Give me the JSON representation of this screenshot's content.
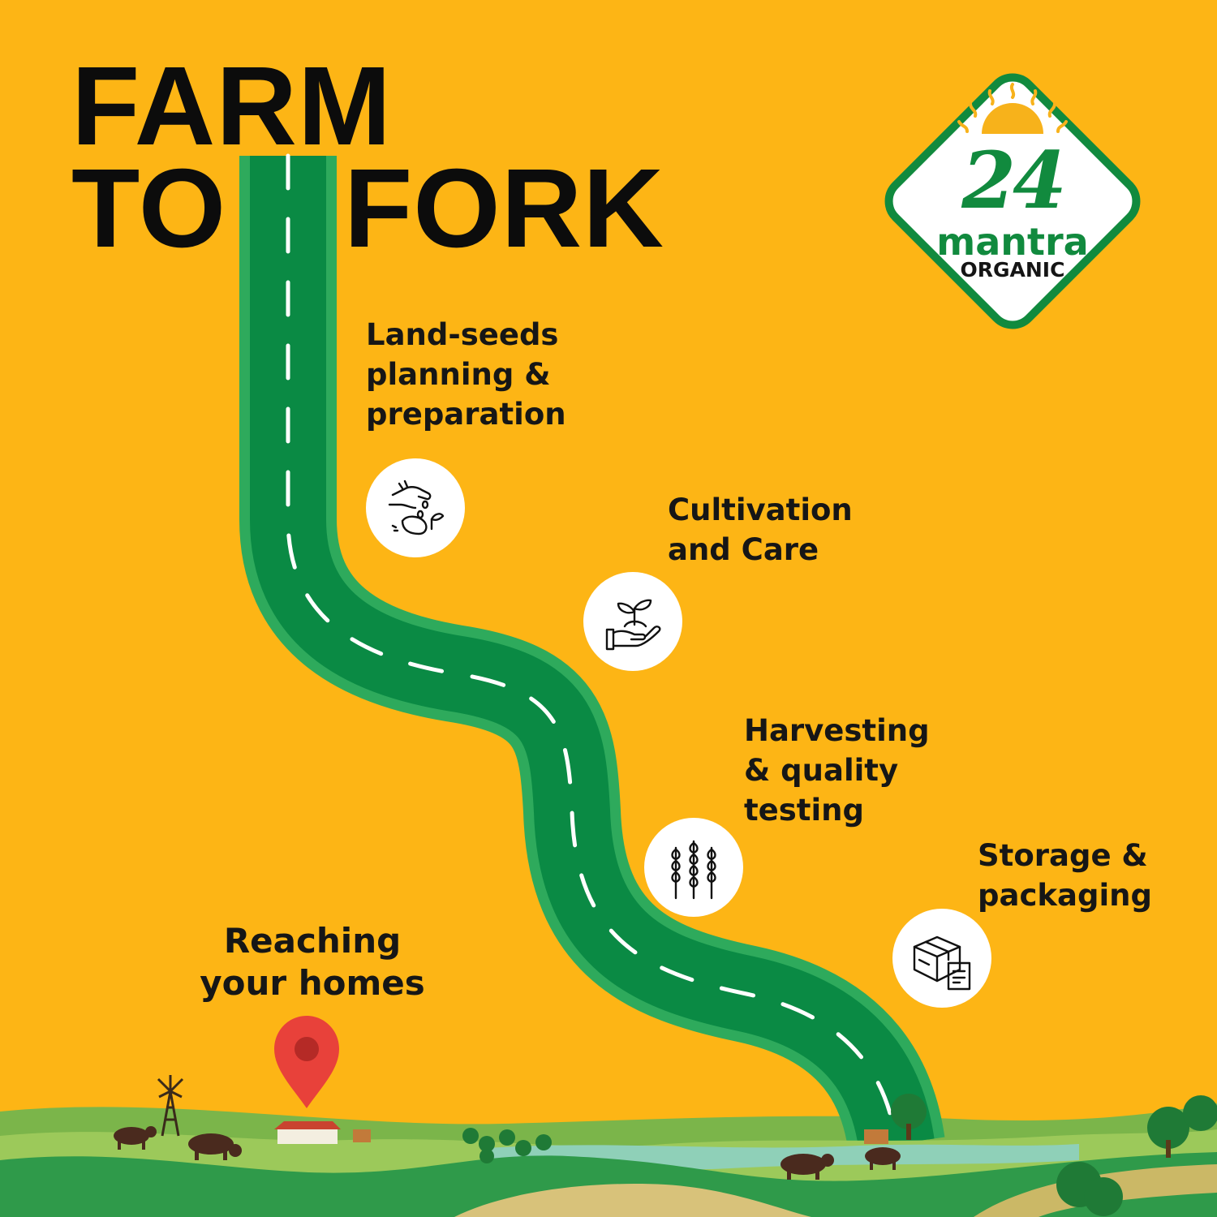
{
  "title": {
    "line1": "FARM",
    "line2_left": "TO",
    "line2_right": "FORK"
  },
  "logo": {
    "number": "24",
    "word": "mantra",
    "sub": "ORGANIC"
  },
  "steps": [
    {
      "label": "Land-seeds\nplanning &\npreparation",
      "icon": "hand-sowing-seeds-icon"
    },
    {
      "label": "Cultivation\nand Care",
      "icon": "sprout-in-hand-icon"
    },
    {
      "label": "Harvesting\n& quality\ntesting",
      "icon": "wheat-icon"
    },
    {
      "label": "Storage &\npackaging",
      "icon": "box-package-icon"
    },
    {
      "label": "Reaching\nyour homes",
      "icon": "location-pin-icon"
    }
  ],
  "colors": {
    "background": "#FDB515",
    "road_edge": "#2EAA5C",
    "road_surface": "#0A8A44",
    "road_marking": "#FFFFFF",
    "brand_green": "#118A3E",
    "pin": "#E8413A"
  }
}
